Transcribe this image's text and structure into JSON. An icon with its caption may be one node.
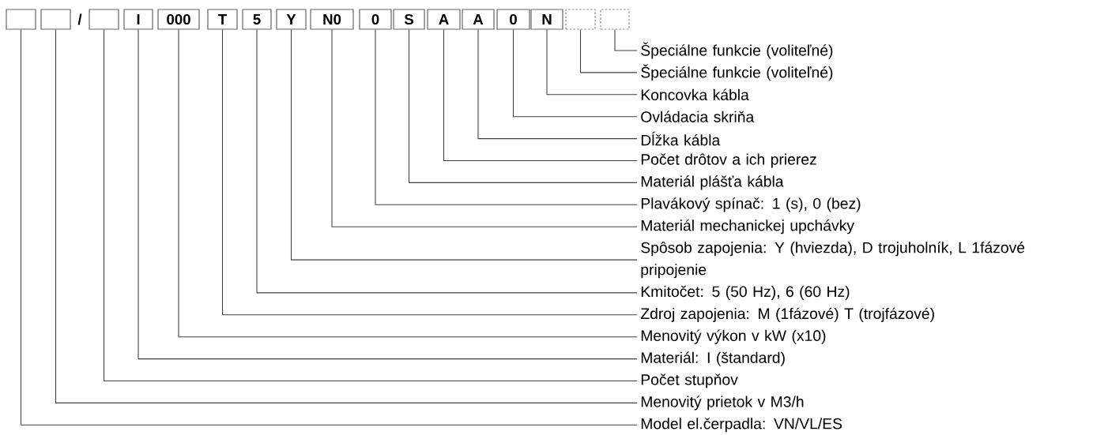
{
  "diagram": {
    "nodes": [
      {
        "text": [],
        "shape": "box"
      },
      {
        "text": [],
        "shape": "box"
      },
      {
        "text": [],
        "shape": "box"
      },
      {
        "text": [
          "I"
        ]
      },
      {
        "text": [
          "000"
        ]
      },
      {
        "text": [
          "T"
        ]
      },
      {
        "text": [
          "5"
        ]
      },
      {
        "text": [
          "Y"
        ]
      },
      {
        "text": [
          "N0"
        ]
      },
      {
        "text": [
          "0"
        ]
      },
      {
        "text": [
          "S"
        ]
      },
      {
        "text": [
          "A"
        ]
      },
      {
        "text": [
          "A"
        ]
      },
      {
        "text": [
          "0"
        ]
      },
      {
        "text": [
          "N"
        ]
      },
      {
        "text": [],
        "shape": "box"
      },
      {
        "text": [],
        "shape": "box"
      },
      {
        "text": [
          "Špeciálne funkcie (voliteľné)"
        ]
      },
      {
        "text": [
          "Špeciálne funkcie (voliteľné)"
        ]
      },
      {
        "text": [
          "Koncovka kábla"
        ]
      },
      {
        "text": [
          "Ovládacia skriňa"
        ]
      },
      {
        "text": [
          "Dĺžka kábla"
        ]
      },
      {
        "text": [
          "Počet drôtov a ich prierez"
        ]
      },
      {
        "text": [
          "Materiál plášťa kábla"
        ]
      },
      {
        "text": [
          "Plavákový spínač: 1 (s), 0 (bez)"
        ]
      },
      {
        "text": [
          "Materiál mechanickej upchávky"
        ]
      },
      {
        "text": [
          "Spôsob zapojenia: Y (hviezda), D trojuholník, L 1fázové pripojenie"
        ]
      },
      {
        "text": [
          "Kmitočet: 5 (50 Hz), 6 (60 Hz)"
        ]
      },
      {
        "text": [
          "Zdroj zapojenia: M (1fázové) T (trojfázové)"
        ]
      },
      {
        "text": [
          "Menovitý výkon v kW (x10)"
        ]
      },
      {
        "text": [
          "Materiál: I (štandard)"
        ]
      },
      {
        "text": [
          "Počet stupňov"
        ]
      },
      {
        "text": [
          "Menovitý prietok v M3/h"
        ]
      },
      {
        "text": [
          "Model el.čerpadla: VN/VL/ES"
        ]
      }
    ],
    "edges": [
      {
        "from": 16,
        "to": 17,
        "arrow": "none"
      },
      {
        "from": 15,
        "to": 18,
        "arrow": "none"
      },
      {
        "from": 14,
        "to": 19,
        "arrow": "none"
      },
      {
        "from": 13,
        "to": 20,
        "arrow": "none"
      },
      {
        "from": 12,
        "to": 21,
        "arrow": "none"
      },
      {
        "from": 11,
        "to": 22,
        "arrow": "none"
      },
      {
        "from": 10,
        "to": 23,
        "arrow": "none"
      },
      {
        "from": 9,
        "to": 24,
        "arrow": "none"
      },
      {
        "from": 8,
        "to": 25,
        "arrow": "none"
      },
      {
        "from": 7,
        "to": 26,
        "arrow": "none"
      },
      {
        "from": 6,
        "to": 27,
        "arrow": "none"
      },
      {
        "from": 5,
        "to": 28,
        "arrow": "none"
      },
      {
        "from": 4,
        "to": 29,
        "arrow": "none"
      },
      {
        "from": 3,
        "to": 30,
        "arrow": "none"
      },
      {
        "from": 2,
        "to": 31,
        "arrow": "none"
      },
      {
        "from": 1,
        "to": 32,
        "arrow": "none"
      },
      {
        "from": 0,
        "to": 33,
        "arrow": "none"
      }
    ],
    "labels": [
      "/"
    ]
  }
}
